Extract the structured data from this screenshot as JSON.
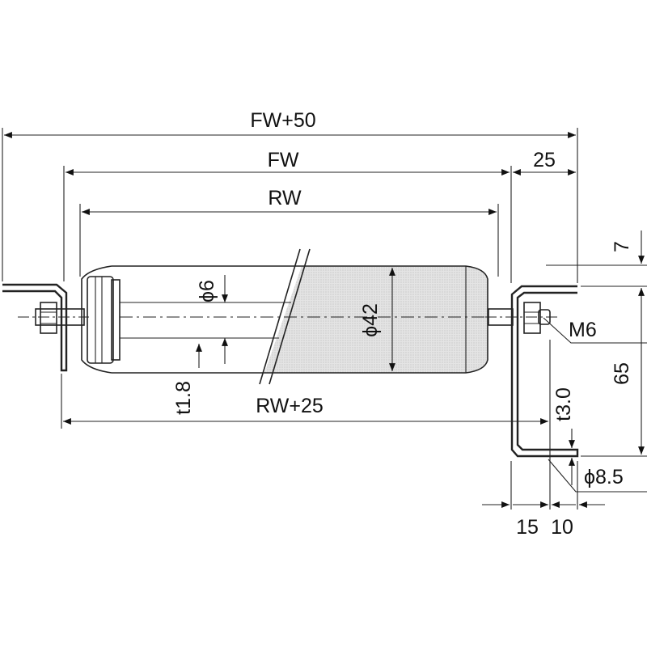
{
  "dimensions": {
    "overall_width": "FW+50",
    "frame_width": "FW",
    "roller_width": "RW",
    "bracket_offset": "25",
    "shaft_diameter": "ϕ6",
    "roller_diameter": "ϕ42",
    "bolt": "M6",
    "top_gap": "7",
    "bracket_height": "65",
    "bracket_thickness": "t1.8",
    "plate_thickness": "t3.0",
    "bracket_span": "RW+25",
    "hole_diameter": "ϕ8.5",
    "hole_pos_1": "15",
    "hole_pos_2": "10"
  }
}
